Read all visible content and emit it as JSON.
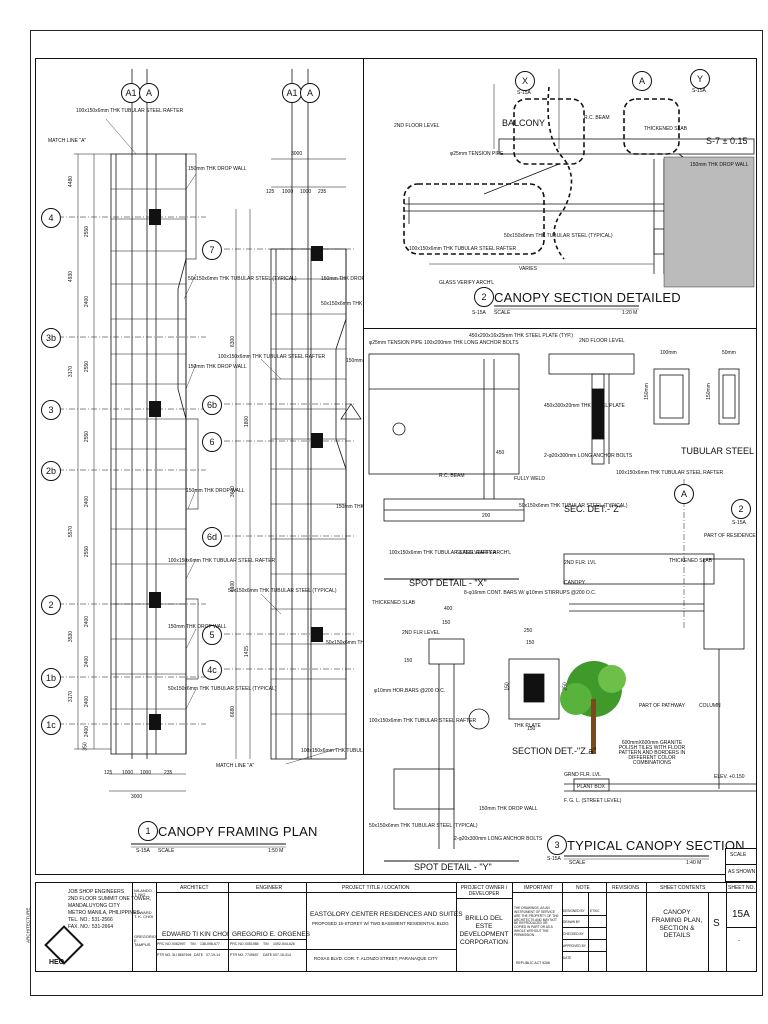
{
  "panels": {
    "framing_plan": {
      "number": "1",
      "title": "CANOPY FRAMING PLAN",
      "ref": "S-15A",
      "scale_label": "SCALE",
      "scale": "1:50 M",
      "match_line_top": "MATCH LINE \"A\"",
      "match_line_bottom": "MATCH LINE \"A\"",
      "gridlines_left": [
        "4",
        "3b",
        "3",
        "2b",
        "2",
        "1b",
        "1c"
      ],
      "gridlines_right": [
        "7",
        "6b",
        "6",
        "6d",
        "5",
        "4c"
      ],
      "grid_top": [
        "A1",
        "A"
      ],
      "dims_left": [
        "4480",
        "2550",
        "2400",
        "4930",
        "2550",
        "2550",
        "3170",
        "2400",
        "2550",
        "5570",
        "2400",
        "2400",
        "3530",
        "2400",
        "3170",
        "2400",
        "350"
      ],
      "dims_bottom_left": [
        "125",
        "1000",
        "1000",
        "235",
        "3000"
      ],
      "dims_top_right": [
        "3000",
        "125",
        "1000",
        "1000",
        "235"
      ],
      "dims_right_col": [
        "6300",
        "3600",
        "4100",
        "1800",
        "1415",
        "6680"
      ],
      "notes": [
        "100x150x6mm THK TUBULAR STEEL RAFTER",
        "150mm THK DROP WALL",
        "50x150x6mm THK TUBULAR STEEL (TYPICAL)",
        "150mm THK DROP WALL",
        "150mm THK DROP WALL",
        "100x150x6mm THK TUBULAR STEEL RAFTER",
        "150mm THK DROP WALL",
        "50x150x6mm THK TUBULAR STEEL (TYPICAL)",
        "150mm THK DROP WALL",
        "50x150x6mm THK TUBULAR STEEL (TYPICAL)",
        "100x150x6mm THK TUBULAR STEEL RAFTER",
        "150mm THK DROP WALL",
        "50x150x6mm THK TUBULAR STEEL (TYPICAL)",
        "150mm THK DROP WALL",
        "50x150x6mm THK TUBULAR STEEL (TYPICAL)",
        "100x150x6mm THK TUBULAR STEEL RAFTER"
      ]
    },
    "section_detailed": {
      "number": "2",
      "title": "CANOPY SECTION DETAILED",
      "ref": "S-15A",
      "scale_label": "SCALE",
      "scale": "1:20 M",
      "bubbles": [
        "X",
        "A",
        "Y"
      ],
      "bubble_refs": [
        "S-15A",
        "S-15A"
      ],
      "labels": [
        "BALCONY",
        "R.C. BEAM",
        "THICKENED SLAB",
        "2ND FLOOR LEVEL",
        "S-7 ± 0.15",
        "150mm THK DROP WALL",
        "φ25mm TENSION PIPE",
        "100x150x6mm THK TUBULAR STEEL RAFTER",
        "50x150x6mm THK TUBULAR STEEL (TYPICAL)",
        "GLASS VERIFY ARCH'L",
        "VARIES"
      ]
    },
    "details": {
      "spot_x": "SPOT DETAIL - \"X\"",
      "spot_y": "SPOT DETAIL - \"Y\"",
      "sec_z": "SEC. DET.-\"Z\"",
      "sec_za": "SECTION DET.-\"Z.a\"",
      "tubular": "TUBULAR STEEL",
      "tubular_dims": [
        "100mm",
        "50mm",
        "150mm",
        "150mm"
      ],
      "labels": [
        "φ25mm TENSION PIPE",
        "100x200mm THK LONG ANCHOR BOLTS",
        "450x200x16x25mm THK STEEL PLATE (TYP.)",
        "2ND FLOOR LEVEL",
        "450x300x20mm THK STEEL PLATE",
        "2-φ20x300mm LONG ANCHOR BOLTS",
        "R.C. BEAM",
        "FULLY WELD",
        "50x150x6mm THK TUBULAR STEEL (TYPICAL)",
        "100x150x6mm THK TUBULAR STEEL RAFTER",
        "GLASS VERIFY ARCH'L",
        "100x150x6mm THK TUBULAR STEEL RAFTER",
        "THICKENED SLAB",
        "2ND FLR LEVEL",
        "8-φ16mm CONT. BARS W/ φ10mm STIRRUPS @200 O.C.",
        "φ10mm HOR.BARS @200 O.C.",
        "100x150x6mm THK TUBULAR STEEL RAFTER",
        "50x150x6mm THK TUBULAR STEEL (TYPICAL)",
        "150mm THK DROP WALL",
        "2-φ20x300mm LONG ANCHOR BOLTS",
        "THK PLATE"
      ],
      "detail_dims": [
        "400",
        "150",
        "150",
        "200",
        "450",
        "250",
        "150",
        "150",
        "250",
        "150"
      ]
    },
    "typical_section": {
      "number": "3",
      "title": "TYPICAL CANOPY SECTION",
      "ref": "S-15A",
      "scale_label": "SCALE",
      "scale": "1:40 M",
      "bubble": "A",
      "bubble2": "2",
      "bubble2_ref": "S-15A",
      "labels": [
        "PART OF RESIDENCE",
        "THICKENED SLAB",
        "2ND FLR. LVL",
        "CANOPY",
        "PART OF PATHWAY",
        "COLUMN",
        "600mmX600mm GRANITE POLISH TILES WITH FLOOR PATTERN AND BORDERS IN DIFFERENT COLOR COMBINATIONS",
        "GRND FLR. LVL",
        "F. G. L. (STREET LEVEL)",
        "ELEV. +0.150",
        "PLANT BOX"
      ]
    }
  },
  "scale_box": {
    "label": "SCALE",
    "value": "AS SHOWN"
  },
  "titleblock": {
    "firm_lines": [
      "JOB SHOP ENGINEERS",
      "2ND FLOOR SUMMIT ONE TOWER,",
      "MANDALUYONG CITY",
      "METRO MANILA, PHILIPPINES",
      "TEL. NO.: 531-2566",
      "FAX. NO.: 531-2664"
    ],
    "firm_logo_text": "HEO",
    "side_label": "ARCHITECTURE",
    "rev_names": [
      "NILANDO T. NIG",
      "EDWARD T. K. CHOI",
      "GREGORIO E. TAMPUS"
    ],
    "architect_header": "ARCHITECT",
    "architect": "EDWARD TI KIN CHOI",
    "engineer_header": "ENGINEER",
    "engineer": "GREGORIO E. ORGENES",
    "reg_row": [
      "PRC NO.",
      "0062997",
      "TIN",
      "138-098-677",
      "PRC NO.",
      "0051985",
      "TIN",
      "1092-544-626"
    ],
    "ptr_row": [
      "PTR NO.",
      "3LI 8667694",
      "DATE",
      "07-19-14",
      "PTR NO.",
      "7749697",
      "DATE",
      "007-16-014"
    ],
    "project_header": "PROJECT TITLE / LOCATION",
    "project_title": "EASTGLORY CENTER RESIDENCES AND SUITES",
    "project_sub": "PROPOSED 15-STOREY W/ TWO BASEMENT RESIDENTIAL BLDG",
    "location": "ROXAS BLVD. COR. T. ALONZO STREET, PARANAQUE CITY",
    "owner_header": "PROJECT OWNER / DEVELOPER",
    "owner": "BRILLO DEL ESTE DEVELOPMENT CORPORATION",
    "important_header": "IMPORTANT",
    "important_text": "THE DRAWINGS, AS AN INSTRUMENT OF SERVICE ARE THE PROPERTY OF THE ARCHITECTS AND MAY NOT BE REPRODUCED OR COPIED IN PART OR AS A WHOLE WITHOUT THE PERMISSION",
    "republic": "REPUBLIC ACT 9266",
    "note_header": "NOTE",
    "sign_rows": [
      "DESIGNED BY",
      "DRAWN BY",
      "CHECKED BY",
      "APPROVED BY",
      "DATE"
    ],
    "sign_initials": "ET/KC",
    "revisions_header": "REVISIONS",
    "sheet_contents_header": "SHEET CONTENTS",
    "sheet_contents": "CANOPY FRAMING PLAN, SECTION & DETAILS",
    "sheet_letter": "S",
    "sheet_no_header": "SHEET NO.",
    "sheet_no": "15A",
    "sheet_of": "-"
  }
}
